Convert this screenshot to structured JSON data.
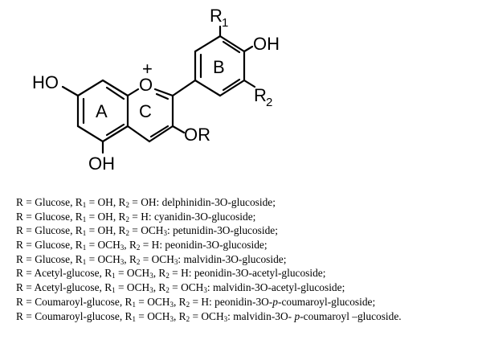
{
  "structure": {
    "atoms": {
      "r1": "R",
      "r1_sub": "1",
      "oh_top": "OH",
      "r2": "R",
      "r2_sub": "2",
      "ho_left": "HO",
      "o_ring": "O",
      "charge": "+",
      "or_group": "OR",
      "oh_bottom": "OH"
    },
    "rings": {
      "a": "A",
      "b": "B",
      "c": "C"
    }
  },
  "legend": [
    {
      "r": "Glucose",
      "r1": "OH",
      "r2": "OH",
      "name": "delphinidin-3O-glucoside;"
    },
    {
      "r": "Glucose",
      "r1": "OH",
      "r2": "H",
      "name": "cyanidin-3O-glucoside;"
    },
    {
      "r": "Glucose",
      "r1": "OH",
      "r2": "OCH3",
      "name": "petunidin-3O-glucoside;"
    },
    {
      "r": "Glucose",
      "r1": "OCH3",
      "r2": "H",
      "name": "peonidin-3O-glucoside;"
    },
    {
      "r": "Glucose",
      "r1": "OCH3",
      "r2": "OCH3",
      "name": "malvidin-3O-glucoside;"
    },
    {
      "r": "Acetyl-glucose",
      "r1": "OCH3",
      "r2": "H",
      "name": "peonidin-3O-acetyl-glucoside;"
    },
    {
      "r": "Acetyl-glucose",
      "r1": "OCH3",
      "r2": "OCH3",
      "name": "malvidin-3O-acetyl-glucoside;"
    },
    {
      "r": "Coumaroyl-glucose",
      "r1": "OCH3",
      "r2": "H",
      "name": "peonidin-3O-p-coumaroyl-glucoside;"
    },
    {
      "r": "Coumaroyl-glucose",
      "r1": "OCH3",
      "r2": "OCH3",
      "name": "malvidin-3O- p-coumaroyl –glucoside."
    }
  ]
}
